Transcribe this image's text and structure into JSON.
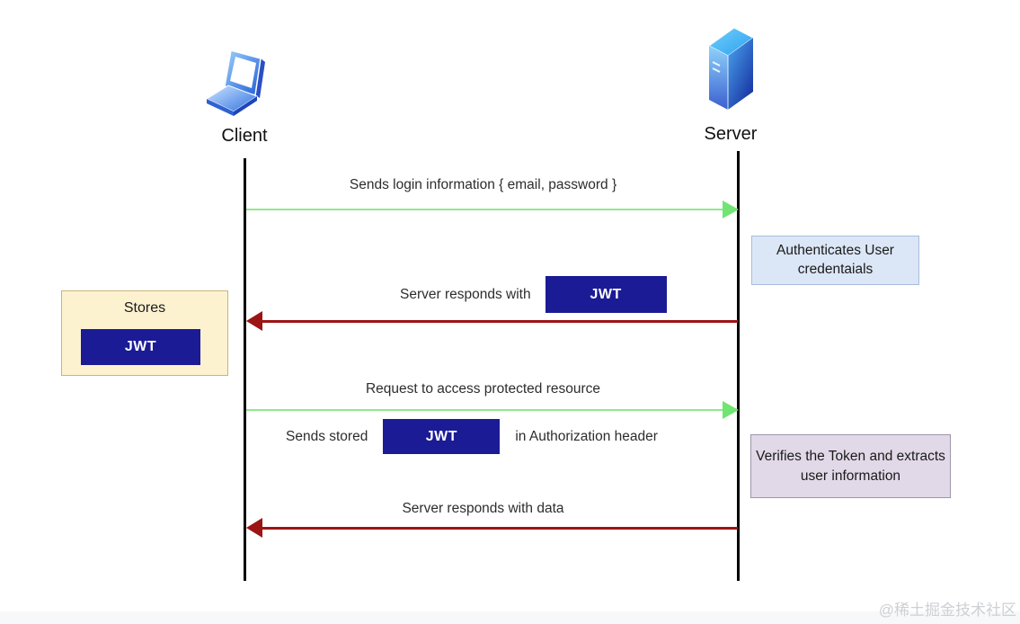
{
  "actors": {
    "client": {
      "label": "Client",
      "icon": "laptop-icon"
    },
    "server": {
      "label": "Server",
      "icon": "server-icon"
    }
  },
  "messages": {
    "login": {
      "direction": "client-to-server",
      "text": "Sends login information { email, password }"
    },
    "jwt_response": {
      "direction": "server-to-client",
      "prefix": "Server responds with",
      "token": "JWT"
    },
    "protected_request": {
      "direction": "client-to-server",
      "text": "Request to access protected resource",
      "sub_prefix": "Sends stored",
      "token": "JWT",
      "sub_suffix": "in Authorization header"
    },
    "data_response": {
      "direction": "server-to-client",
      "text": "Server responds with data"
    }
  },
  "notes": {
    "authenticates": {
      "text": "Authenticates User credentaials"
    },
    "stores": {
      "title": "Stores",
      "token": "JWT"
    },
    "verifies": {
      "text": "Verifies the Token and extracts user information"
    }
  },
  "watermark": {
    "text": "@稀土掘金技术社区"
  },
  "colors": {
    "request_arrow_green": "#8fe98f",
    "response_arrow_red": "#9c1414",
    "token_box_navy": "#1b1b96",
    "note_authenticates_bg": "#dbe6f6",
    "note_stores_bg": "#fdf2d0",
    "note_verifies_bg": "#e1d9e8",
    "lifeline": "#000000"
  }
}
